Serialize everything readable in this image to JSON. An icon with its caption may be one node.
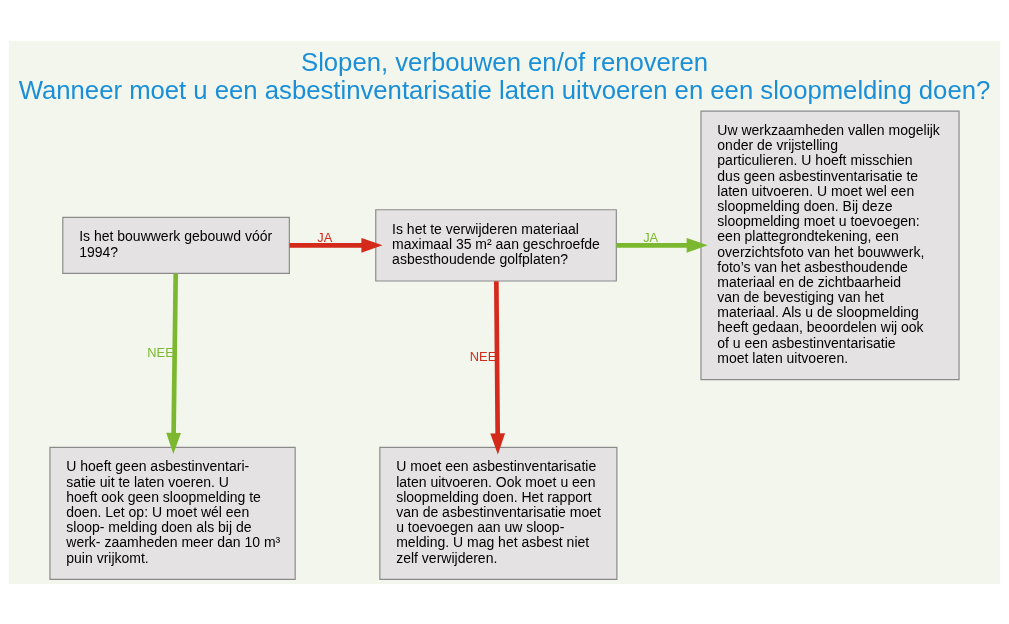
{
  "diagram": {
    "title": "Slopen, verbouwen en/of renoveren",
    "caption": "Wanneer moet u een asbestinventarisatie laten uitvoeren en een sloopmelding doen?",
    "nodes": [
      {
        "text": [
          "Is het bouwwerk gebouwd vóór 1994?"
        ]
      },
      {
        "text": [
          "Is het te verwijderen materiaal maximaal 35 m² aan geschroefde asbesthoudende golfplaten?"
        ]
      },
      {
        "text": [
          "Uw werkzaamheden vallen mogelijk onder de vrijstelling particulieren. U hoeft misschien dus geen asbestinventarisatie te laten uitvoeren. U moet wel een sloopmelding doen. Bij deze sloopmelding moet u toevoegen: een plattegrondtekening, een overzichtsfoto van het bouwwerk, foto’s van het asbesthoudende materiaal en de zichtbaarheid van de bevestiging van het materiaal. Als u de sloopmelding heeft gedaan, beoordelen wij ook of u een asbestinventarisatie moet laten uitvoeren."
        ]
      },
      {
        "text": [
          "U hoeft geen asbestinventari- satie uit te laten voeren. U hoeft ook geen sloopmelding te doen. Let op: U moet wél een sloop- melding doen als bij de werk- zaamheden meer dan 10 m³ puin vrijkomt."
        ]
      },
      {
        "text": [
          "U moet een asbestinventarisatie laten uitvoeren. Ook moet u een sloopmelding doen. Het rapport van de asbestinventarisatie moet u toevoegen aan uw sloop- melding. U mag het asbest niet zelf verwijderen."
        ]
      }
    ],
    "edges": [
      {
        "from": 0,
        "to": 1,
        "arrow": "to",
        "label": "JA",
        "color": "#d42a1c"
      },
      {
        "from": 1,
        "to": 2,
        "arrow": "to",
        "label": "JA",
        "color": "#7cb82f"
      },
      {
        "from": 0,
        "to": 3,
        "arrow": "to",
        "label": "NEE",
        "color": "#7cb82f"
      },
      {
        "from": 1,
        "to": 4,
        "arrow": "to",
        "label": "NEE",
        "color": "#d42a1c"
      }
    ]
  }
}
